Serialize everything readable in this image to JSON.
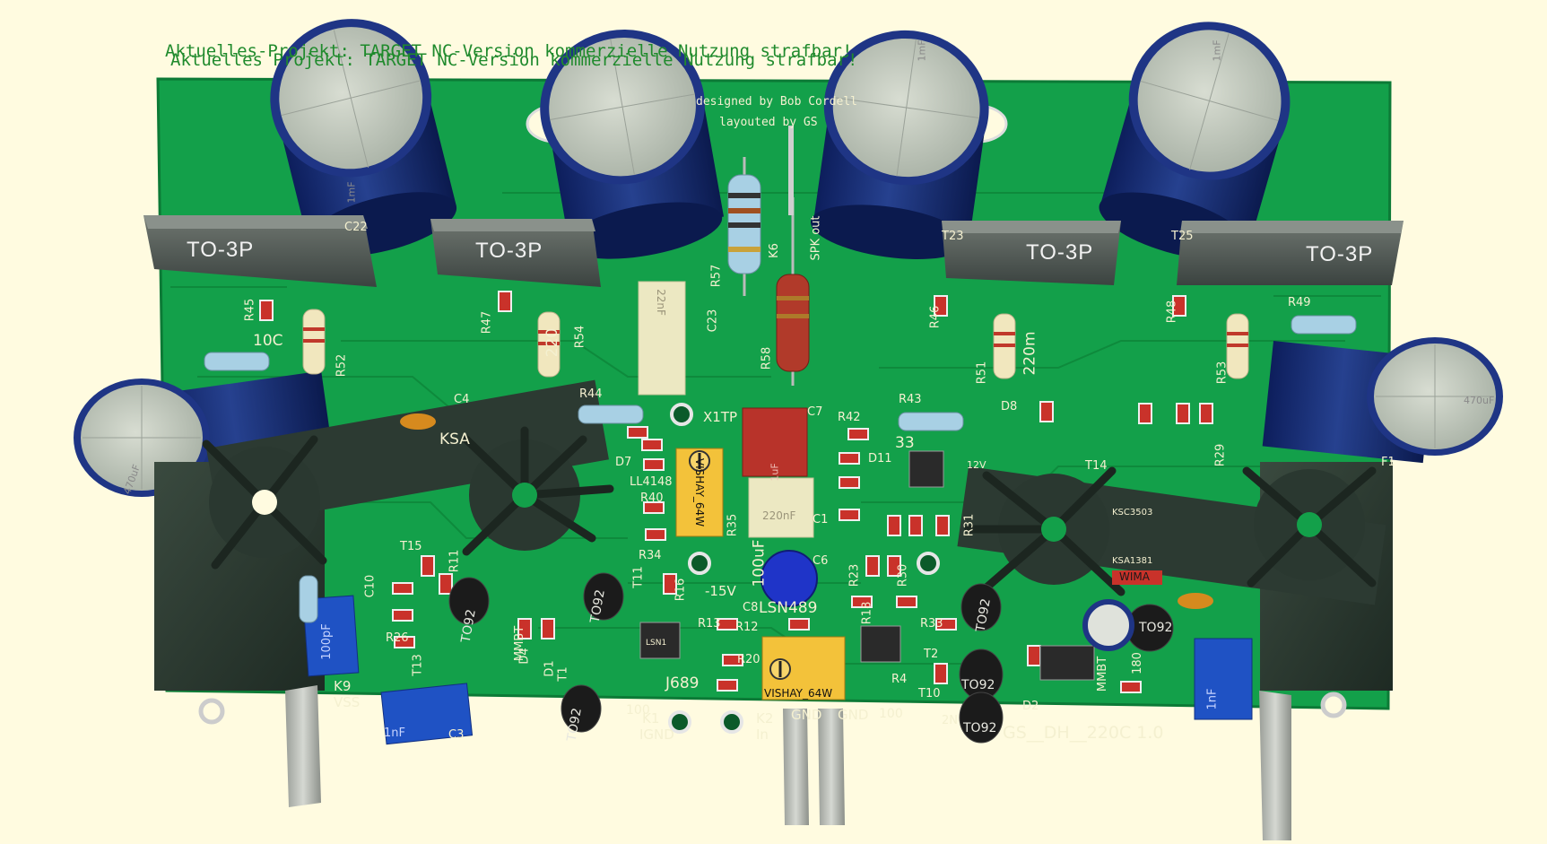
{
  "banner": {
    "line_1": "Aktuelles-Projekt: TARGET NC-Version kommerzielle Nutzung strafbar!",
    "line_2": "Aktuelles Projekt: TARGET NC-Version kommerzielle Nutzung strafbar!"
  },
  "credits": {
    "designer": "designed by Bob Cordell",
    "layout": "layouted by GS"
  },
  "board_name": "GS__DH__220C 1.0",
  "transistor_packages": [
    "TO-3P",
    "TO-3P",
    "TO-3P",
    "TO-3P"
  ],
  "capacitor_labels": {
    "big_main": "1mF",
    "side": "470uF",
    "film_c23": "22nF",
    "film_c1": "220nF",
    "red_cap": "1uF",
    "blue_left": "100pF",
    "blue_bottom": "1nF",
    "blue_right": "1nF",
    "electrolytic_small": "100uF"
  },
  "trimmers": [
    "VISHAY_64W",
    "VISHAY_64W"
  ],
  "connectors": {
    "spk_out": "SPK out",
    "gnd_1": "GND",
    "gnd_2": "GND",
    "in": "In",
    "ignd": "IGND",
    "vss": "VSS",
    "minus_15v": "-15V",
    "x1tp": "X1TP",
    "k1": "K1",
    "k2": "K2",
    "k6": "K6",
    "k9": "K9"
  },
  "ic_markings": {
    "kse_wima": "WIMA",
    "ksa": "KSA1381",
    "ksc": "KSC3503",
    "lm": "LSN1"
  },
  "refdes": {
    "c22": "C22",
    "c23": "C23",
    "c4": "C4",
    "c7": "C7",
    "c8": "C8",
    "c1": "C1",
    "c6": "C6",
    "c10": "C10",
    "c3": "C3",
    "r57": "R57",
    "r58": "R58",
    "r45": "R45",
    "r47": "R47",
    "r52": "R52",
    "r54": "R54",
    "r46": "R46",
    "r48": "R48",
    "r49": "R49",
    "r51": "R51",
    "r53": "R53",
    "r44": "R44",
    "r42": "R42",
    "r43": "R43",
    "r40": "R40",
    "r35": "R35",
    "r34": "R34",
    "r16": "R16",
    "r13": "R13",
    "r12": "R12",
    "r20": "R20",
    "r23": "R23",
    "r30": "R30",
    "r31": "R31",
    "r33": "R33",
    "r29": "R29",
    "r4": "R4",
    "r26": "R26",
    "r11": "R11",
    "r18": "R18",
    "t23": "T23",
    "t25": "T25",
    "t14": "T14",
    "t15": "T15",
    "t11": "T11",
    "t13": "T13",
    "t10": "T10",
    "t2": "T2",
    "t1": "T1",
    "d7": "D7",
    "d8": "D8",
    "d4": "D4",
    "d1": "D1",
    "d2": "D2",
    "d11": "D11",
    "f1": "F1",
    "ll4148": "LL4148",
    "to92": "TO92",
    "v33": "33",
    "v100a": "100",
    "v100b": "100",
    "v220": "220",
    "v220m": "220m",
    "v180": "180",
    "v12v": "12V",
    "v10c": "10C",
    "kse": "KSA",
    "tmmb": "MMBT",
    "j689": "J689",
    "n2": "2N",
    "lsn": "LSN489"
  }
}
